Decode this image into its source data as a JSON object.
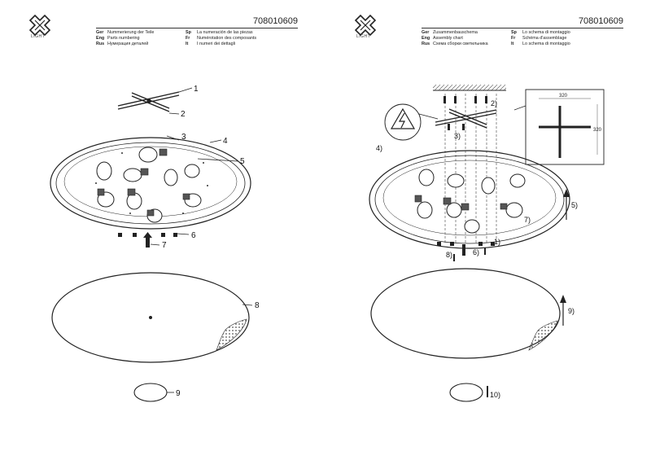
{
  "brand": {
    "logo_text": "LIGHT"
  },
  "doc_number": "708010609",
  "left_page": {
    "headers": {
      "col1": [
        {
          "lang": "Ger",
          "text": "Nummerierung der Teile"
        },
        {
          "lang": "Eng",
          "text": "Parts numbering"
        },
        {
          "lang": "Rus",
          "text": "Нумерация деталей"
        }
      ],
      "col2": [
        {
          "lang": "Sp",
          "text": "La numeración de las piezas"
        },
        {
          "lang": "Fr",
          "text": "Numérotation des composants"
        },
        {
          "lang": "It",
          "text": "I numeri dei dettagli"
        }
      ]
    },
    "labels": [
      "1",
      "2",
      "3",
      "4",
      "5",
      "6",
      "7",
      "8",
      "9"
    ]
  },
  "right_page": {
    "headers": {
      "col1": [
        {
          "lang": "Ger",
          "text": "Zusammenbauschema"
        },
        {
          "lang": "Eng",
          "text": "Assembly chart"
        },
        {
          "lang": "Rus",
          "text": "Схема сборки светильника"
        }
      ],
      "col2": [
        {
          "lang": "Sp",
          "text": "Lo schema di montaggio"
        },
        {
          "lang": "Fr",
          "text": "Schéma d'assemblage"
        },
        {
          "lang": "It",
          "text": "Lo schema di montaggio"
        }
      ]
    },
    "steps": [
      "1)",
      "2)",
      "3)",
      "4)",
      "5)",
      "6)",
      "7)",
      "8)",
      "9)",
      "10)"
    ],
    "dimensions": {
      "width": "320",
      "height": "320"
    }
  }
}
